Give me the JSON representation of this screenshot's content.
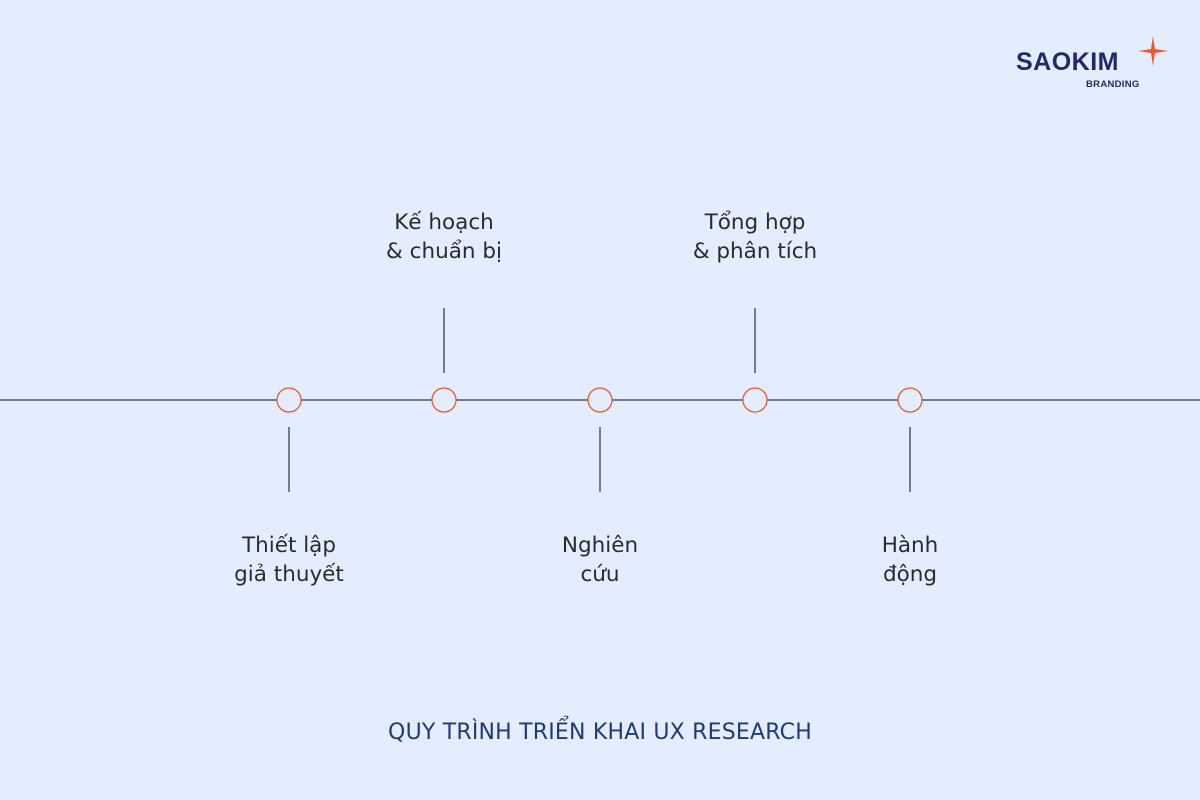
{
  "logo": {
    "name": "SAOKIM",
    "sub": "BRANDING",
    "star_color": "#f0582b"
  },
  "steps": [
    {
      "line1": "Thiết lập",
      "line2": "giả thuyết",
      "position": "below"
    },
    {
      "line1": "Kế hoạch",
      "line2": "& chuẩn bị",
      "position": "above"
    },
    {
      "line1": "Nghiên",
      "line2": "cứu",
      "position": "below"
    },
    {
      "line1": "Tổng hợp",
      "line2": "& phân tích",
      "position": "above"
    },
    {
      "line1": "Hành",
      "line2": "động",
      "position": "below"
    }
  ],
  "colors": {
    "background": "#e3edfd",
    "line": "#4a5576",
    "node_stroke": "#f0582b",
    "title": "#1f3a7a"
  },
  "title": "QUY TRÌNH TRIỂN KHAI UX RESEARCH"
}
